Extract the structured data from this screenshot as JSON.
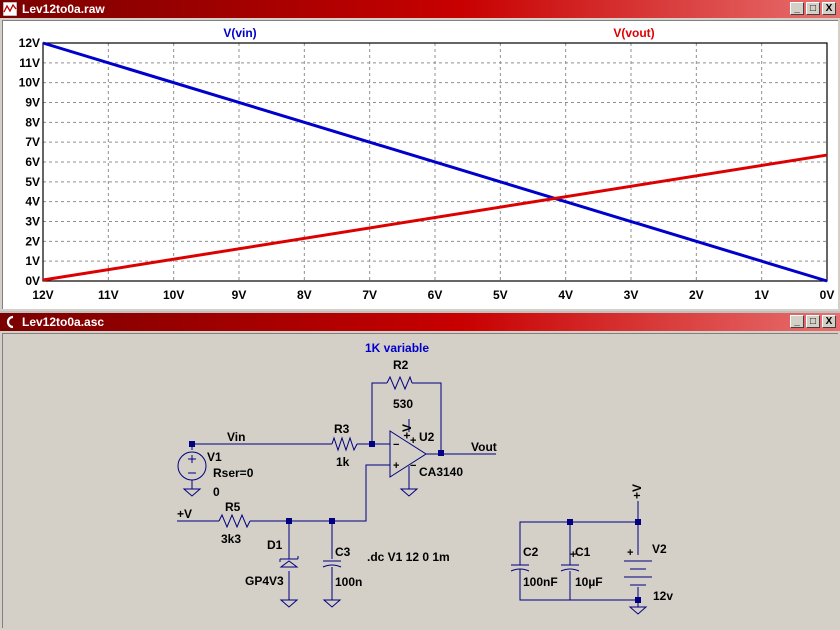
{
  "plot_window": {
    "title": "Lev12to0a.raw",
    "buttons": [
      "_",
      "□",
      "X"
    ]
  },
  "schematic_window": {
    "title": "Lev12to0a.asc",
    "buttons": [
      "_",
      "□",
      "X"
    ]
  },
  "chart_data": {
    "type": "line",
    "x": [
      12,
      11,
      10,
      9,
      8,
      7,
      6,
      5,
      4,
      3,
      2,
      1,
      0
    ],
    "xlim": [
      12,
      0
    ],
    "ylim": [
      0,
      12
    ],
    "x_tick_labels": [
      "12V",
      "11V",
      "10V",
      "9V",
      "8V",
      "7V",
      "6V",
      "5V",
      "4V",
      "3V",
      "2V",
      "1V",
      "0V"
    ],
    "y_tick_labels": [
      "0V",
      "1V",
      "2V",
      "3V",
      "4V",
      "5V",
      "6V",
      "7V",
      "8V",
      "9V",
      "10V",
      "11V",
      "12V"
    ],
    "grid": true,
    "series": [
      {
        "name": "V(vin)",
        "color": "#0000cc",
        "x": [
          12,
          0
        ],
        "y": [
          12,
          0
        ]
      },
      {
        "name": "V(vout)",
        "color": "#dd0000",
        "x": [
          12,
          0
        ],
        "y": [
          0.05,
          6.35
        ]
      }
    ]
  },
  "schematic": {
    "pot_label": "1K variable",
    "r2_name": "R2",
    "r2_value": "530",
    "r3_name": "R3",
    "r3_value": "1k",
    "u2_name": "U2",
    "u2_model": "CA3140",
    "supply_label": "+V",
    "vin_label": "Vin",
    "vout_label": "Vout",
    "v1_name": "V1",
    "v1_param": "Rser=0",
    "v1_value": "0",
    "plus_v_label": "+V",
    "r5_name": "R5",
    "r5_value": "3k3",
    "d1_name": "D1",
    "d1_model": "GP4V3",
    "c3_name": "C3",
    "c3_value": "100n",
    "directive": ".dc V1 12 0 1m",
    "c2_name": "C2",
    "c2_value": "100nF",
    "c1_name": "C1",
    "c1_value": "10µF",
    "v2_name": "V2",
    "v2_value": "12v",
    "v2_plus_label": "+V"
  }
}
